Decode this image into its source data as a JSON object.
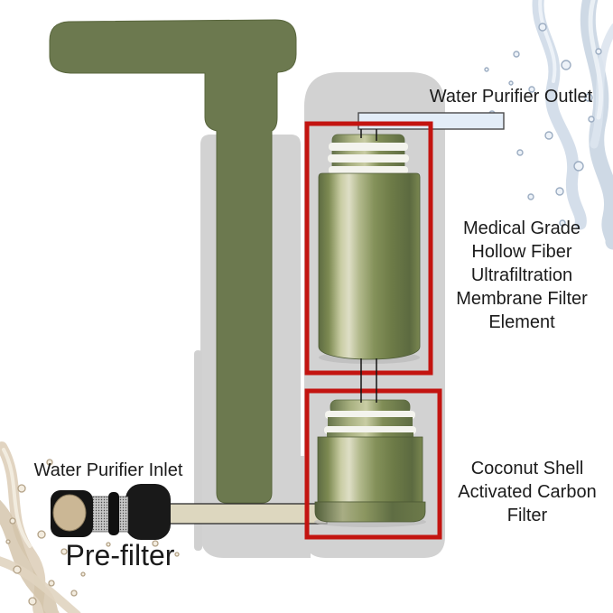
{
  "labels": {
    "outlet": "Water Purifier Outlet",
    "membrane_lines": [
      "Medical Grade",
      "Hollow Fiber",
      "Ultrafiltration",
      "Membrane Filter",
      "Element"
    ],
    "carbon_lines": [
      "Coconut Shell",
      "Activated Carbon",
      "Filter"
    ],
    "inlet": "Water Purifier Inlet",
    "prefilter": "Pre-filter"
  },
  "colors": {
    "handle_green": "#6c794f",
    "filter_green_dark": "#5e6c42",
    "filter_green_highlight": "#dedec6",
    "body_gray": "#d2d2d2",
    "highlight_box_red": "#c31410",
    "outlet_tube_blue": "#e3edf8",
    "inlet_tube_beige": "#ddd7bf",
    "prefilter_black": "#161616",
    "prefilter_cap_tan": "#cbb795",
    "splash_blue": "#cdd8e6",
    "splash_tan": "#dccdb6",
    "text": "#1b1b1b"
  }
}
